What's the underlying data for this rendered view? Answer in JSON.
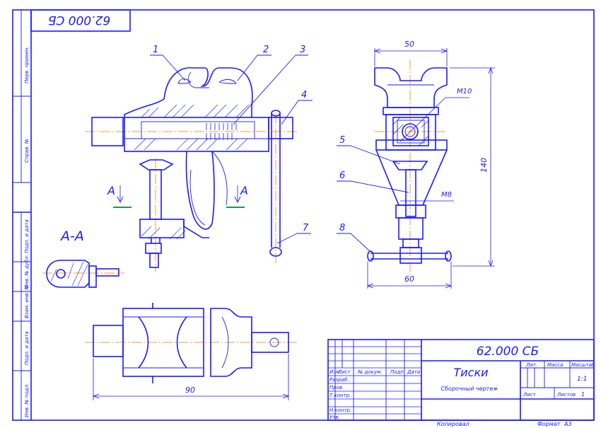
{
  "sheet": {
    "doc_code_rotated": "62.000 СБ",
    "side_labels": [
      "Перв. примен.",
      "Справ. №",
      "Подп. и дата",
      "Инв. № дубл.",
      "Взам. инв. №",
      "Подп. и дата",
      "Инв. № подл."
    ]
  },
  "drawing": {
    "callouts": [
      "1",
      "2",
      "3",
      "4",
      "5",
      "6",
      "7",
      "8"
    ],
    "section_mark": "А",
    "section_title": "А-А",
    "dimensions": {
      "top_width": "50",
      "height": "140",
      "base_width": "60",
      "length": "90",
      "thread_m10": "M10",
      "thread_m8": "M8"
    }
  },
  "title_block": {
    "designation": "62.000 СБ",
    "name": "Тиски",
    "doc_type": "Сборочный чертеж",
    "col_izm": "Изм.",
    "col_list": "Лист",
    "col_ndokum": "№ докум.",
    "col_podp": "Подп.",
    "col_data": "Дата",
    "row_razrab": "Разраб.",
    "row_prov": "Пров.",
    "row_tkontr": "Т.контр.",
    "row_nkontr": "Н.контр.",
    "row_utv": "Утв.",
    "lit_label": "Лит.",
    "mass_label": "Масса",
    "scale_label": "Масштаб",
    "scale_value": "1:1",
    "sheet_label": "Лист",
    "sheets_label": "Листов",
    "sheets_value": "1",
    "copied": "Копировал",
    "format_label": "Формат",
    "format_value": "А3"
  }
}
